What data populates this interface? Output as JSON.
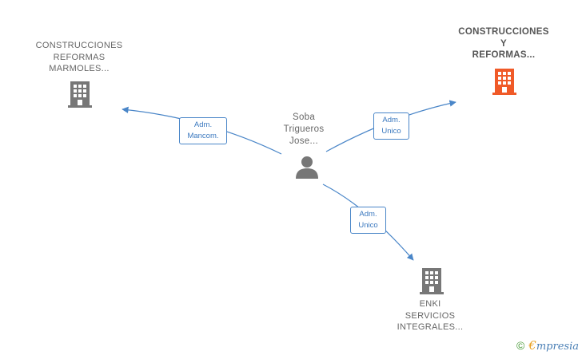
{
  "colors": {
    "edge": "#4a86c8",
    "company_gray": "#777777",
    "company_highlight": "#f05a28",
    "person": "#777777"
  },
  "nodes": {
    "person": {
      "lines": [
        "Soba",
        "Trigueros",
        "Jose..."
      ],
      "icon": "person-icon"
    },
    "company_left": {
      "lines": [
        "CONSTRUCCIONES",
        "REFORMAS",
        "MARMOLES..."
      ],
      "icon": "building-icon"
    },
    "company_right": {
      "lines": [
        "CONSTRUCCIONES",
        "Y",
        "REFORMAS..."
      ],
      "icon": "building-icon"
    },
    "company_bottom": {
      "lines": [
        "ENKI",
        "SERVICIOS",
        "INTEGRALES..."
      ],
      "icon": "building-icon"
    }
  },
  "edges": {
    "to_left": {
      "lines": [
        "Adm.",
        "Mancom."
      ]
    },
    "to_right": {
      "lines": [
        "Adm.",
        "Unico"
      ]
    },
    "to_bottom": {
      "lines": [
        "Adm.",
        "Unico"
      ]
    }
  },
  "footer": {
    "copyright_symbol": "©",
    "brand_first": "€",
    "brand_rest": "mpresia"
  }
}
